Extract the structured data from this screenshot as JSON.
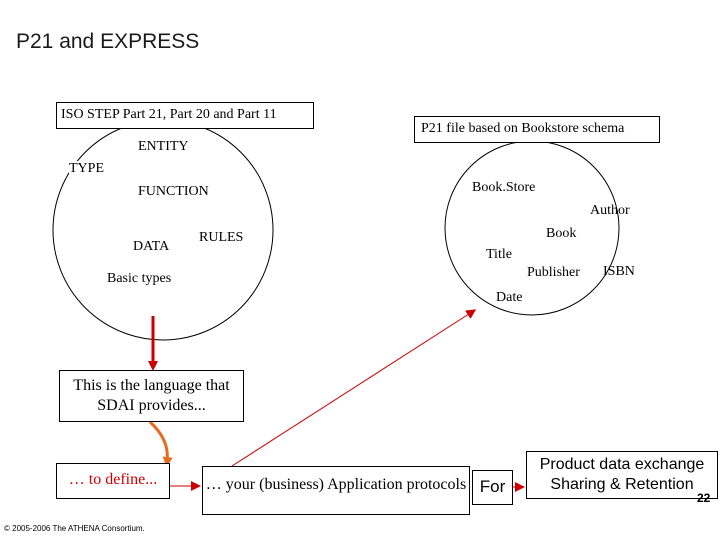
{
  "slide": {
    "title": "P21 and EXPRESS",
    "footer": "© 2005-2006 The ATHENA Consortium.",
    "page_number": "22"
  },
  "left_circle": {
    "header": "ISO STEP Part 21, Part 20 and Part 11",
    "labels": [
      "ENTITY",
      "TYPE",
      "FUNCTION",
      "DATA",
      "RULES",
      "Basic types"
    ]
  },
  "right_circle": {
    "header": "P21 file based on Bookstore schema",
    "labels": [
      "Book.Store",
      "Author",
      "Book",
      "Title",
      "Publisher",
      "ISBN",
      "Date"
    ]
  },
  "boxes": {
    "language": "This is the language that SDAI  provides...",
    "define": "… to define...",
    "application": "… your (business) Application protocols",
    "for": "For",
    "product": "Product data exchange Sharing & Retention"
  },
  "colors": {
    "arrow_red": "#cc0000",
    "arrow_orange": "#e86a1c"
  }
}
